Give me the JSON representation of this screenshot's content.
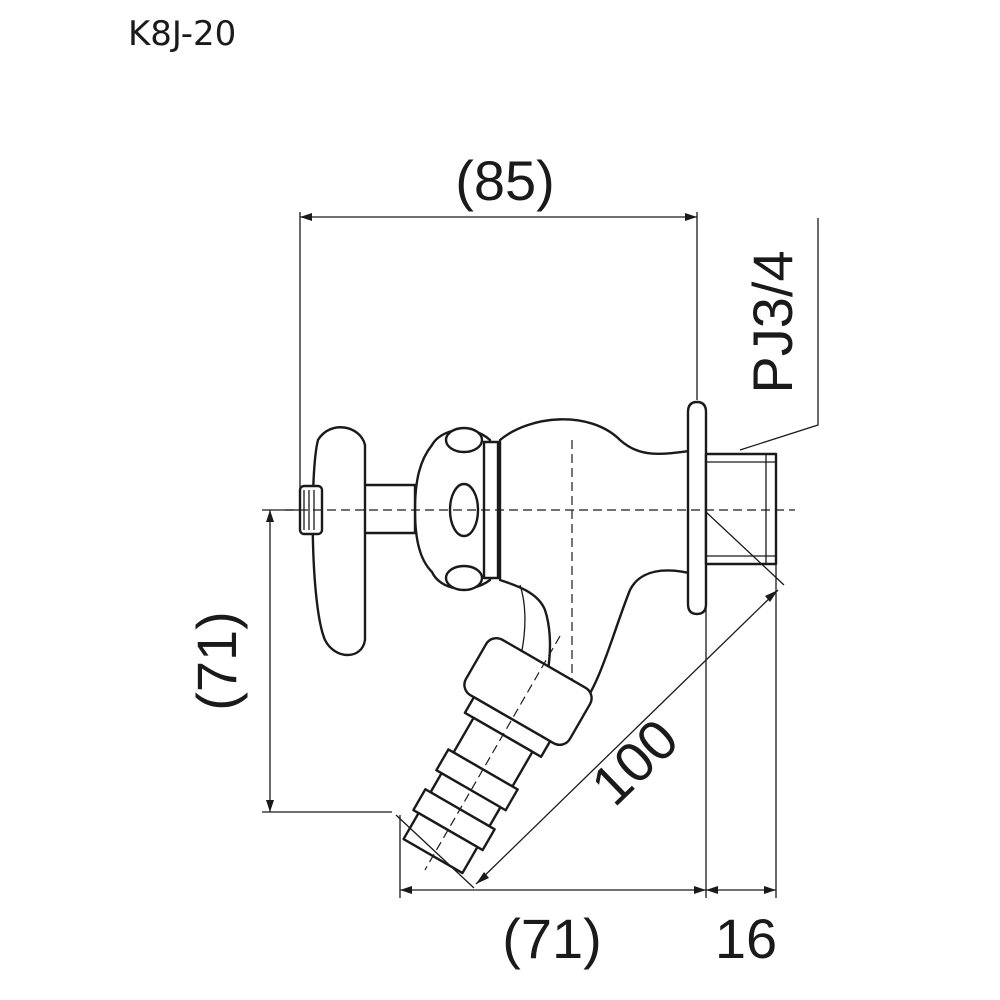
{
  "model": "K8J-20",
  "dimensions": {
    "top_width": "(85)",
    "thread_spec": "PJ3/4",
    "left_height": "(71)",
    "diagonal": "100",
    "bottom_width": "(71)",
    "thread_length": "16"
  }
}
